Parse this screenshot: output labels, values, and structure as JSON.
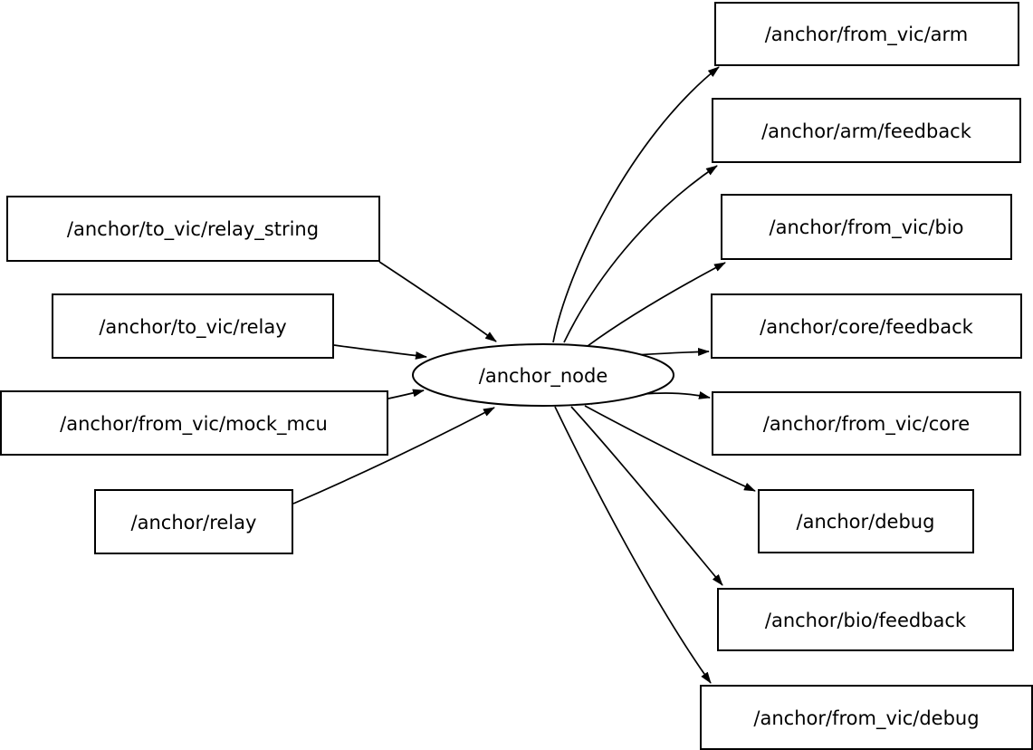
{
  "graph": {
    "node": {
      "label": "/anchor_node"
    },
    "input_topics": [
      {
        "label": "/anchor/to_vic/relay_string"
      },
      {
        "label": "/anchor/to_vic/relay"
      },
      {
        "label": "/anchor/from_vic/mock_mcu"
      },
      {
        "label": "/anchor/relay"
      }
    ],
    "output_topics": [
      {
        "label": "/anchor/from_vic/arm"
      },
      {
        "label": "/anchor/arm/feedback"
      },
      {
        "label": "/anchor/from_vic/bio"
      },
      {
        "label": "/anchor/core/feedback"
      },
      {
        "label": "/anchor/from_vic/core"
      },
      {
        "label": "/anchor/debug"
      },
      {
        "label": "/anchor/bio/feedback"
      },
      {
        "label": "/anchor/from_vic/debug"
      }
    ],
    "edges": [
      {
        "from": "/anchor/to_vic/relay_string",
        "to": "/anchor_node"
      },
      {
        "from": "/anchor/to_vic/relay",
        "to": "/anchor_node"
      },
      {
        "from": "/anchor/from_vic/mock_mcu",
        "to": "/anchor_node"
      },
      {
        "from": "/anchor/relay",
        "to": "/anchor_node"
      },
      {
        "from": "/anchor_node",
        "to": "/anchor/from_vic/arm"
      },
      {
        "from": "/anchor_node",
        "to": "/anchor/arm/feedback"
      },
      {
        "from": "/anchor_node",
        "to": "/anchor/from_vic/bio"
      },
      {
        "from": "/anchor_node",
        "to": "/anchor/core/feedback"
      },
      {
        "from": "/anchor_node",
        "to": "/anchor/from_vic/core"
      },
      {
        "from": "/anchor_node",
        "to": "/anchor/debug"
      },
      {
        "from": "/anchor_node",
        "to": "/anchor/bio/feedback"
      },
      {
        "from": "/anchor_node",
        "to": "/anchor/from_vic/debug"
      }
    ],
    "colors": {
      "background": "#ffffff",
      "node_fill": "#ffffff",
      "stroke": "#000000",
      "text": "#000000"
    }
  }
}
